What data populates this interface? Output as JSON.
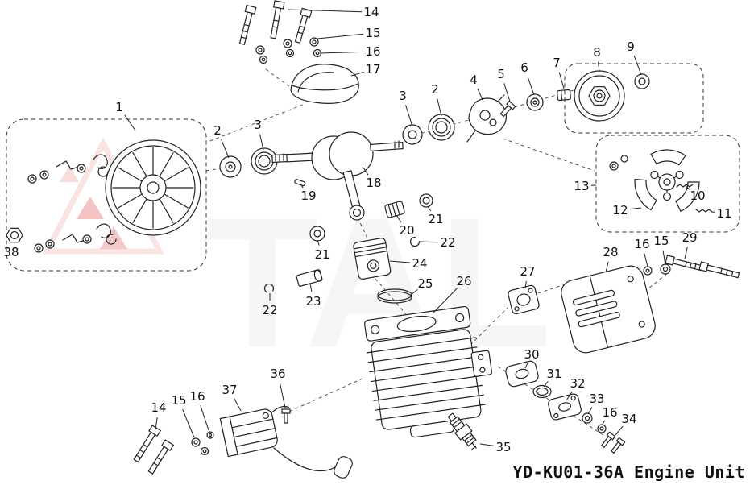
{
  "title": "YD-KU01-36A Engine Unit",
  "watermark": {
    "text": "TAL"
  },
  "colors": {
    "line": "#222222",
    "label_text": "#111111",
    "watermark_red": "#d9534f",
    "watermark_gray": "#bfbfbf",
    "background": "#ffffff"
  },
  "parts": [
    {
      "num": "14",
      "label": [
        461,
        15
      ],
      "target": [
        358,
        12
      ]
    },
    {
      "num": "15",
      "label": [
        463,
        41
      ],
      "target": [
        394,
        48
      ]
    },
    {
      "num": "16",
      "label": [
        463,
        64
      ],
      "target": [
        397,
        66
      ]
    },
    {
      "num": "17",
      "label": [
        463,
        86
      ],
      "target": [
        436,
        94
      ]
    },
    {
      "num": "1",
      "label": [
        148,
        133
      ],
      "target": [
        168,
        162
      ]
    },
    {
      "num": "2",
      "label": [
        270,
        162
      ],
      "target": [
        284,
        196
      ]
    },
    {
      "num": "3",
      "label": [
        320,
        155
      ],
      "target": [
        327,
        186
      ]
    },
    {
      "num": "3",
      "label": [
        500,
        119
      ],
      "target": [
        512,
        157
      ]
    },
    {
      "num": "2",
      "label": [
        540,
        111
      ],
      "target": [
        548,
        144
      ]
    },
    {
      "num": "4",
      "label": [
        588,
        99
      ],
      "target": [
        600,
        126
      ]
    },
    {
      "num": "5",
      "label": [
        622,
        92
      ],
      "target": [
        633,
        126
      ]
    },
    {
      "num": "6",
      "label": [
        651,
        84
      ],
      "target": [
        663,
        118
      ]
    },
    {
      "num": "7",
      "label": [
        691,
        78
      ],
      "target": [
        700,
        110
      ]
    },
    {
      "num": "8",
      "label": [
        741,
        65
      ],
      "target": [
        744,
        89
      ]
    },
    {
      "num": "9",
      "label": [
        783,
        58
      ],
      "target": [
        796,
        93
      ]
    },
    {
      "num": "18",
      "label": [
        464,
        227
      ],
      "target": [
        450,
        207
      ]
    },
    {
      "num": "19",
      "label": [
        383,
        243
      ],
      "target": [
        374,
        230
      ]
    },
    {
      "num": "13",
      "label": [
        722,
        231
      ],
      "target": [
        740,
        230
      ]
    },
    {
      "num": "10",
      "label": [
        866,
        243
      ],
      "target": [
        851,
        231
      ]
    },
    {
      "num": "12",
      "label": [
        770,
        261
      ],
      "target": [
        796,
        258
      ]
    },
    {
      "num": "11",
      "label": [
        899,
        265
      ],
      "target": [
        884,
        263
      ]
    },
    {
      "num": "20",
      "label": [
        505,
        286
      ],
      "target": [
        492,
        267
      ]
    },
    {
      "num": "21",
      "label": [
        541,
        272
      ],
      "target": [
        531,
        256
      ]
    },
    {
      "num": "22",
      "label": [
        556,
        301
      ],
      "target": [
        521,
        300
      ]
    },
    {
      "num": "38",
      "label": [
        14,
        313
      ],
      "target": [
        18,
        302
      ]
    },
    {
      "num": "21",
      "label": [
        400,
        316
      ],
      "target": [
        394,
        298
      ]
    },
    {
      "num": "24",
      "label": [
        521,
        327
      ],
      "target": [
        484,
        324
      ]
    },
    {
      "num": "25",
      "label": [
        528,
        352
      ],
      "target": [
        510,
        366
      ]
    },
    {
      "num": "26",
      "label": [
        576,
        349
      ],
      "target": [
        538,
        388
      ]
    },
    {
      "num": "27",
      "label": [
        655,
        337
      ],
      "target": [
        652,
        358
      ]
    },
    {
      "num": "28",
      "label": [
        758,
        313
      ],
      "target": [
        752,
        338
      ]
    },
    {
      "num": "16",
      "label": [
        797,
        303
      ],
      "target": [
        804,
        331
      ]
    },
    {
      "num": "15",
      "label": [
        821,
        299
      ],
      "target": [
        826,
        329
      ]
    },
    {
      "num": "29",
      "label": [
        856,
        295
      ],
      "target": [
        850,
        321
      ]
    },
    {
      "num": "22",
      "label": [
        335,
        385
      ],
      "target": [
        335,
        364
      ]
    },
    {
      "num": "23",
      "label": [
        389,
        374
      ],
      "target": [
        385,
        352
      ]
    },
    {
      "num": "30",
      "label": [
        660,
        440
      ],
      "target": [
        652,
        457
      ]
    },
    {
      "num": "31",
      "label": [
        688,
        464
      ],
      "target": [
        675,
        480
      ]
    },
    {
      "num": "32",
      "label": [
        717,
        476
      ],
      "target": [
        703,
        497
      ]
    },
    {
      "num": "33",
      "label": [
        741,
        495
      ],
      "target": [
        730,
        514
      ]
    },
    {
      "num": "16",
      "label": [
        757,
        512
      ],
      "target": [
        747,
        528
      ]
    },
    {
      "num": "34",
      "label": [
        781,
        520
      ],
      "target": [
        764,
        540
      ]
    },
    {
      "num": "36",
      "label": [
        345,
        464
      ],
      "target": [
        354,
        506
      ]
    },
    {
      "num": "37",
      "label": [
        285,
        484
      ],
      "target": [
        299,
        510
      ]
    },
    {
      "num": "14",
      "label": [
        197,
        506
      ],
      "target": [
        193,
        533
      ]
    },
    {
      "num": "15",
      "label": [
        222,
        497
      ],
      "target": [
        241,
        543
      ]
    },
    {
      "num": "16",
      "label": [
        245,
        492
      ],
      "target": [
        259,
        534
      ]
    },
    {
      "num": "35",
      "label": [
        625,
        555
      ],
      "target": [
        596,
        551
      ]
    }
  ]
}
